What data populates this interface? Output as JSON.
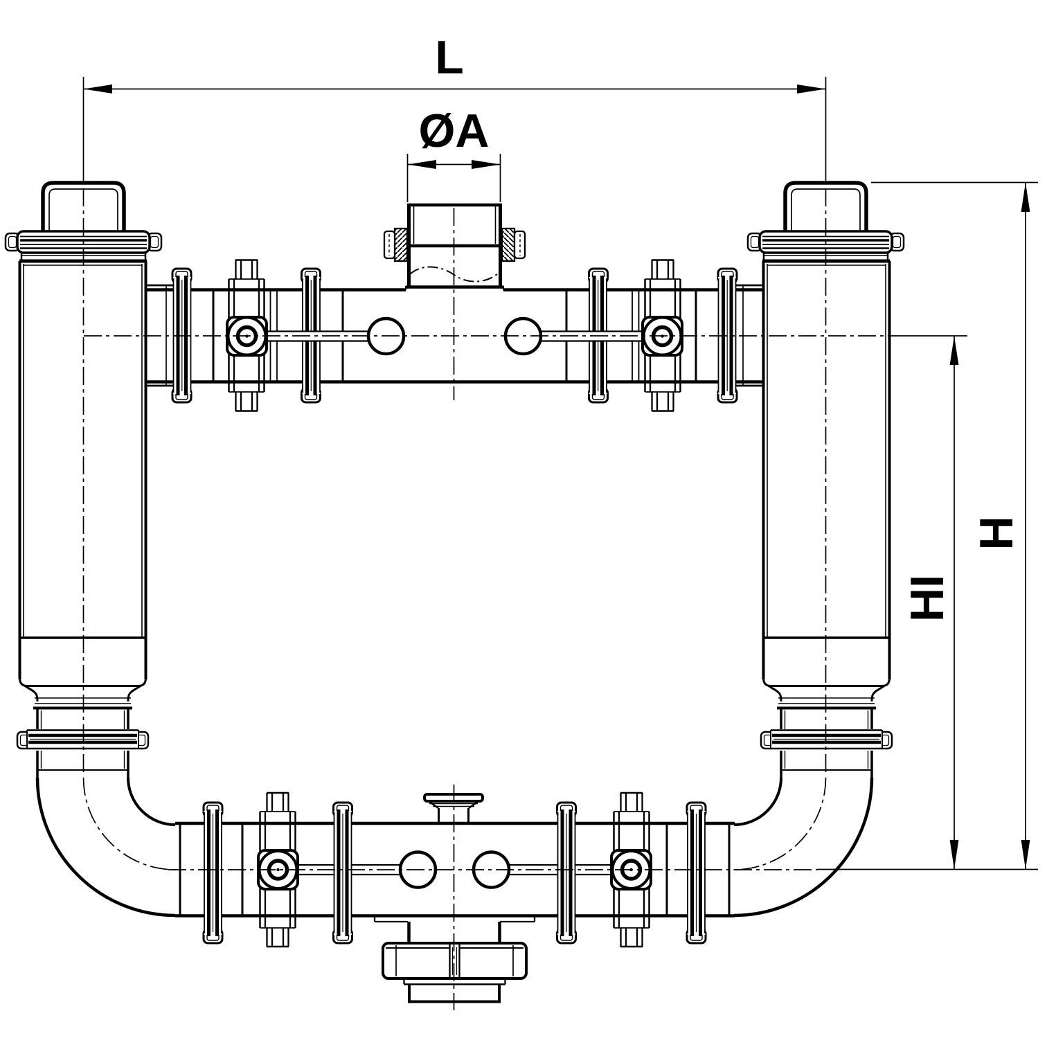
{
  "drawing": {
    "labels": {
      "length": "L",
      "inlet_diameter": "ØA",
      "overall_height": "H",
      "manifold_height": "HI"
    }
  }
}
